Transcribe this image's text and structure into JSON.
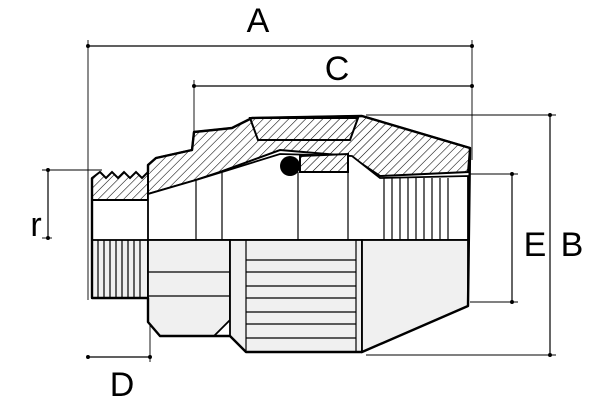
{
  "labels": {
    "a": "A",
    "b": "B",
    "c": "C",
    "d": "D",
    "e": "E",
    "r": "r"
  }
}
